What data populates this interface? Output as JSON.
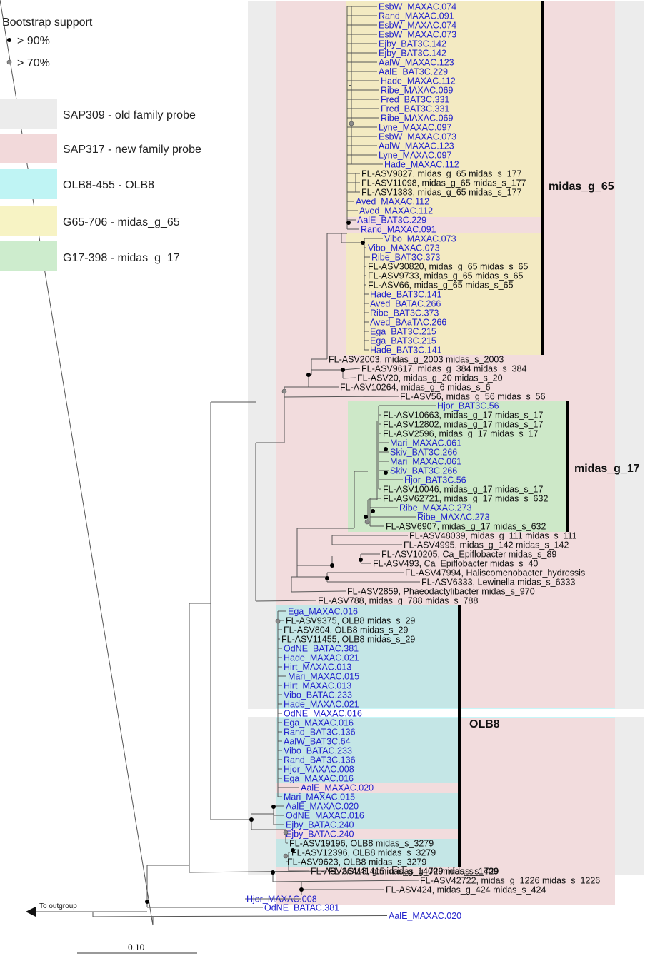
{
  "legend": {
    "bootstrap_title": "Bootstrap support",
    "bootstrap_items": [
      {
        "label": "> 90%",
        "color": "#000000"
      },
      {
        "label": "> 70%",
        "color": "#8a8a8a"
      }
    ],
    "probes": [
      {
        "label": "SAP309 - old family probe",
        "color": "#ececec"
      },
      {
        "label": "SAP317 - new family probe",
        "color": "#f2d9da"
      },
      {
        "label": "OLB8-455 - OLB8",
        "color": "#bff4f4"
      },
      {
        "label": "G65-706 - midas_g_65",
        "color": "#f7f3c4"
      },
      {
        "label": "G17-398 - midas_g_17",
        "color": "#cdeccd"
      }
    ]
  },
  "clades": {
    "g65": "midas_g_65",
    "g17": "midas_g_17",
    "olb8": "OLB8"
  },
  "colors": {
    "isolate": "#2222cc",
    "asv": "#111111",
    "branch": "#555555"
  },
  "outgroup_label": "To outgroup",
  "scale_label": "0.10",
  "tips": [
    {
      "t": "EsbW_MAXAC.074",
      "iso": true
    },
    {
      "t": "Rand_MAXAC.091",
      "iso": true
    },
    {
      "t": "EsbW_MAXAC.074",
      "iso": true
    },
    {
      "t": "EsbW_MAXAC.073",
      "iso": true
    },
    {
      "t": "Ejby_BAT3C.142",
      "iso": true
    },
    {
      "t": "Ejby_BAT3C.142",
      "iso": true
    },
    {
      "t": "AalW_MAXAC.123",
      "iso": true
    },
    {
      "t": "AalE_BAT3C.229",
      "iso": true
    },
    {
      "t": "Hade_MAXAC.112",
      "iso": true
    },
    {
      "t": "Ribe_MAXAC.069",
      "iso": true
    },
    {
      "t": "Fred_BAT3C.331",
      "iso": true
    },
    {
      "t": "Fred_BAT3C.331",
      "iso": true
    },
    {
      "t": "Ribe_MAXAC.069",
      "iso": true
    },
    {
      "t": "Lyne_MAXAC.097",
      "iso": true
    },
    {
      "t": "EsbW_MAXAC.073",
      "iso": true
    },
    {
      "t": "AalW_MAXAC.123",
      "iso": true
    },
    {
      "t": "Lyne_MAXAC.097",
      "iso": true
    },
    {
      "t": "Hade_MAXAC.112",
      "iso": true
    },
    {
      "t": "FL-ASV9827, midas_g_65 midas_s_177",
      "iso": false
    },
    {
      "t": "FL-ASV11098, midas_g_65 midas_s_177",
      "iso": false
    },
    {
      "t": "FL-ASV1383, midas_g_65 midas_s_177",
      "iso": false
    },
    {
      "t": "Aved_MAXAC.112",
      "iso": true
    },
    {
      "t": "Aved_MAXAC.112",
      "iso": true
    },
    {
      "t": "AalE_BAT3C.229",
      "iso": true
    },
    {
      "t": "Rand_MAXAC.091",
      "iso": true
    },
    {
      "t": "Vibo_MAXAC.073",
      "iso": true
    },
    {
      "t": "Vibo_MAXAC.073",
      "iso": true
    },
    {
      "t": "Ribe_BAT3C.373",
      "iso": true
    },
    {
      "t": "FL-ASV30820, midas_g_65 midas_s_65",
      "iso": false
    },
    {
      "t": "FL-ASV9733, midas_g_65 midas_s_65",
      "iso": false
    },
    {
      "t": "FL-ASV66, midas_g_65 midas_s_65",
      "iso": false
    },
    {
      "t": "Hade_BAT3C.141",
      "iso": true
    },
    {
      "t": "Aved_BATAC.266",
      "iso": true
    },
    {
      "t": "Ribe_BAT3C.373",
      "iso": true
    },
    {
      "t": "Aved_BAaTAC.266",
      "iso": true
    },
    {
      "t": "Ega_BAT3C.215",
      "iso": true
    },
    {
      "t": "Ega_BAT3C.215",
      "iso": true
    },
    {
      "t": "Hade_BAT3C.141",
      "iso": true
    },
    {
      "t": "FL-ASV2003, midas_g_2003 midas_s_2003",
      "iso": false
    },
    {
      "t": "FL-ASV9617, midas_g_384 midas_s_384",
      "iso": false
    },
    {
      "t": "FL-ASV20, midas_g_20 midas_s_20",
      "iso": false
    },
    {
      "t": "FL-ASV10264, midas_g_6 midas_s_6",
      "iso": false
    },
    {
      "t": "FL-ASV56, midas_g_56 midas_s_56",
      "iso": false
    },
    {
      "t": "Hjor_BAT3C.56",
      "iso": true
    },
    {
      "t": "FL-ASV10663, midas_g_17 midas_s_17",
      "iso": false
    },
    {
      "t": "FL-ASV12802, midas_g_17 midas_s_17",
      "iso": false
    },
    {
      "t": "FL-ASV2596, midas_g_17 midas_s_17",
      "iso": false
    },
    {
      "t": "Mari_MAXAC.061",
      "iso": true
    },
    {
      "t": "Skiv_BAT3C.266",
      "iso": true
    },
    {
      "t": "Mari_MAXAC.061",
      "iso": true
    },
    {
      "t": "Skiv_BAT3C.266",
      "iso": true
    },
    {
      "t": "Hjor_BAT3C.56",
      "iso": true
    },
    {
      "t": "FL-ASV10046, midas_g_17 midas_s_17",
      "iso": false
    },
    {
      "t": "FL-ASV62721, midas_g_17 midas_s_632",
      "iso": false
    },
    {
      "t": "Ribe_MAXAC.273",
      "iso": true
    },
    {
      "t": "Ribe_MAXAC.273",
      "iso": true
    },
    {
      "t": "FL-ASV6907, midas_g_17 midas_s_632",
      "iso": false
    },
    {
      "t": "FL-ASV48039, midas_g_111 midas_s_111",
      "iso": false
    },
    {
      "t": "FL-ASV4995, midas_g_142 midas_s_142",
      "iso": false
    },
    {
      "t": "FL-ASV10205, Ca_Epiflobacter midas_s_89",
      "iso": false
    },
    {
      "t": "FL-ASV493, Ca_Epiflobacter midas_s_40",
      "iso": false
    },
    {
      "t": "FL-ASV47994, Haliscomenobacter_hydrossis",
      "iso": false
    },
    {
      "t": "FL-ASV6333, Lewinella midas_s_6333",
      "iso": false
    },
    {
      "t": "FL-ASV2859, Phaeodactylibacter midas_s_970",
      "iso": false
    },
    {
      "t": "FL-ASV788, midas_g_788 midas_s_788",
      "iso": false
    },
    {
      "t": "Ega_MAXAC.016",
      "iso": true
    },
    {
      "t": "FL-ASV9375, OLB8 midas_s_29",
      "iso": false
    },
    {
      "t": "FL-ASV804, OLB8 midas_s_29",
      "iso": false
    },
    {
      "t": "FL-ASV11455, OLB8 midas_s_29",
      "iso": false
    },
    {
      "t": "OdNE_BATAC.381",
      "iso": true
    },
    {
      "t": "Hade_MAXAC.021",
      "iso": true
    },
    {
      "t": "Hirt_MAXAC.013",
      "iso": true
    },
    {
      "t": "Mari_MAXAC.015",
      "iso": true
    },
    {
      "t": "Hirt_MAXAC.013",
      "iso": true
    },
    {
      "t": "Vibo_BATAC.233",
      "iso": true
    },
    {
      "t": "Hade_MAXAC.021",
      "iso": true
    },
    {
      "t": "OdNE_MAXAC.016",
      "iso": true
    },
    {
      "t": "Ega_MAXAC.016",
      "iso": true
    },
    {
      "t": "Rand_BAT3C.136",
      "iso": true
    },
    {
      "t": "AalW_BAT3C.64",
      "iso": true
    },
    {
      "t": "Vibo_BATAC.233",
      "iso": true
    },
    {
      "t": "Rand_BAT3C.136",
      "iso": true
    },
    {
      "t": "Hjor_MAXAC.008",
      "iso": true
    },
    {
      "t": "Ega_MAXAC.016",
      "iso": true
    },
    {
      "t": "AalE_MAXAC.020",
      "iso": true
    },
    {
      "t": "Mari_MAXAC.015",
      "iso": true
    },
    {
      "t": "AalE_MAXAC.020",
      "iso": true
    },
    {
      "t": "OdNE_MAXAC.016",
      "iso": true
    },
    {
      "t": "Ejby_BATAC.240",
      "iso": true
    },
    {
      "t": "Ejby_BATAC.240",
      "iso": true
    },
    {
      "t": "FL-ASV19196, OLB8 midas_s_3279",
      "iso": false
    },
    {
      "t": "FL-ASV12396, OLB8 midas_s_3279",
      "iso": false
    },
    {
      "t": "FL-ASV9623, OLB8 midas_s_3279",
      "iso": false
    },
    {
      "t": "FL-ASV36418, g:midas_g_1409 midas_s_1409",
      "iso": false
    },
    {
      "t": "FL-ASV41415, midas_g_729 midas_s_729",
      "iso": false
    },
    {
      "t": "FL-ASV42722, midas_g_1226 midas_s_1226",
      "iso": false
    },
    {
      "t": "FL-ASV424, midas_g_424 midas_s_424",
      "iso": false
    },
    {
      "t": "Hjor_MAXAC.008",
      "iso": true
    },
    {
      "t": "OdNE_BATAC.381",
      "iso": true
    },
    {
      "t": "AalE_MAXAC.020",
      "iso": true
    }
  ]
}
